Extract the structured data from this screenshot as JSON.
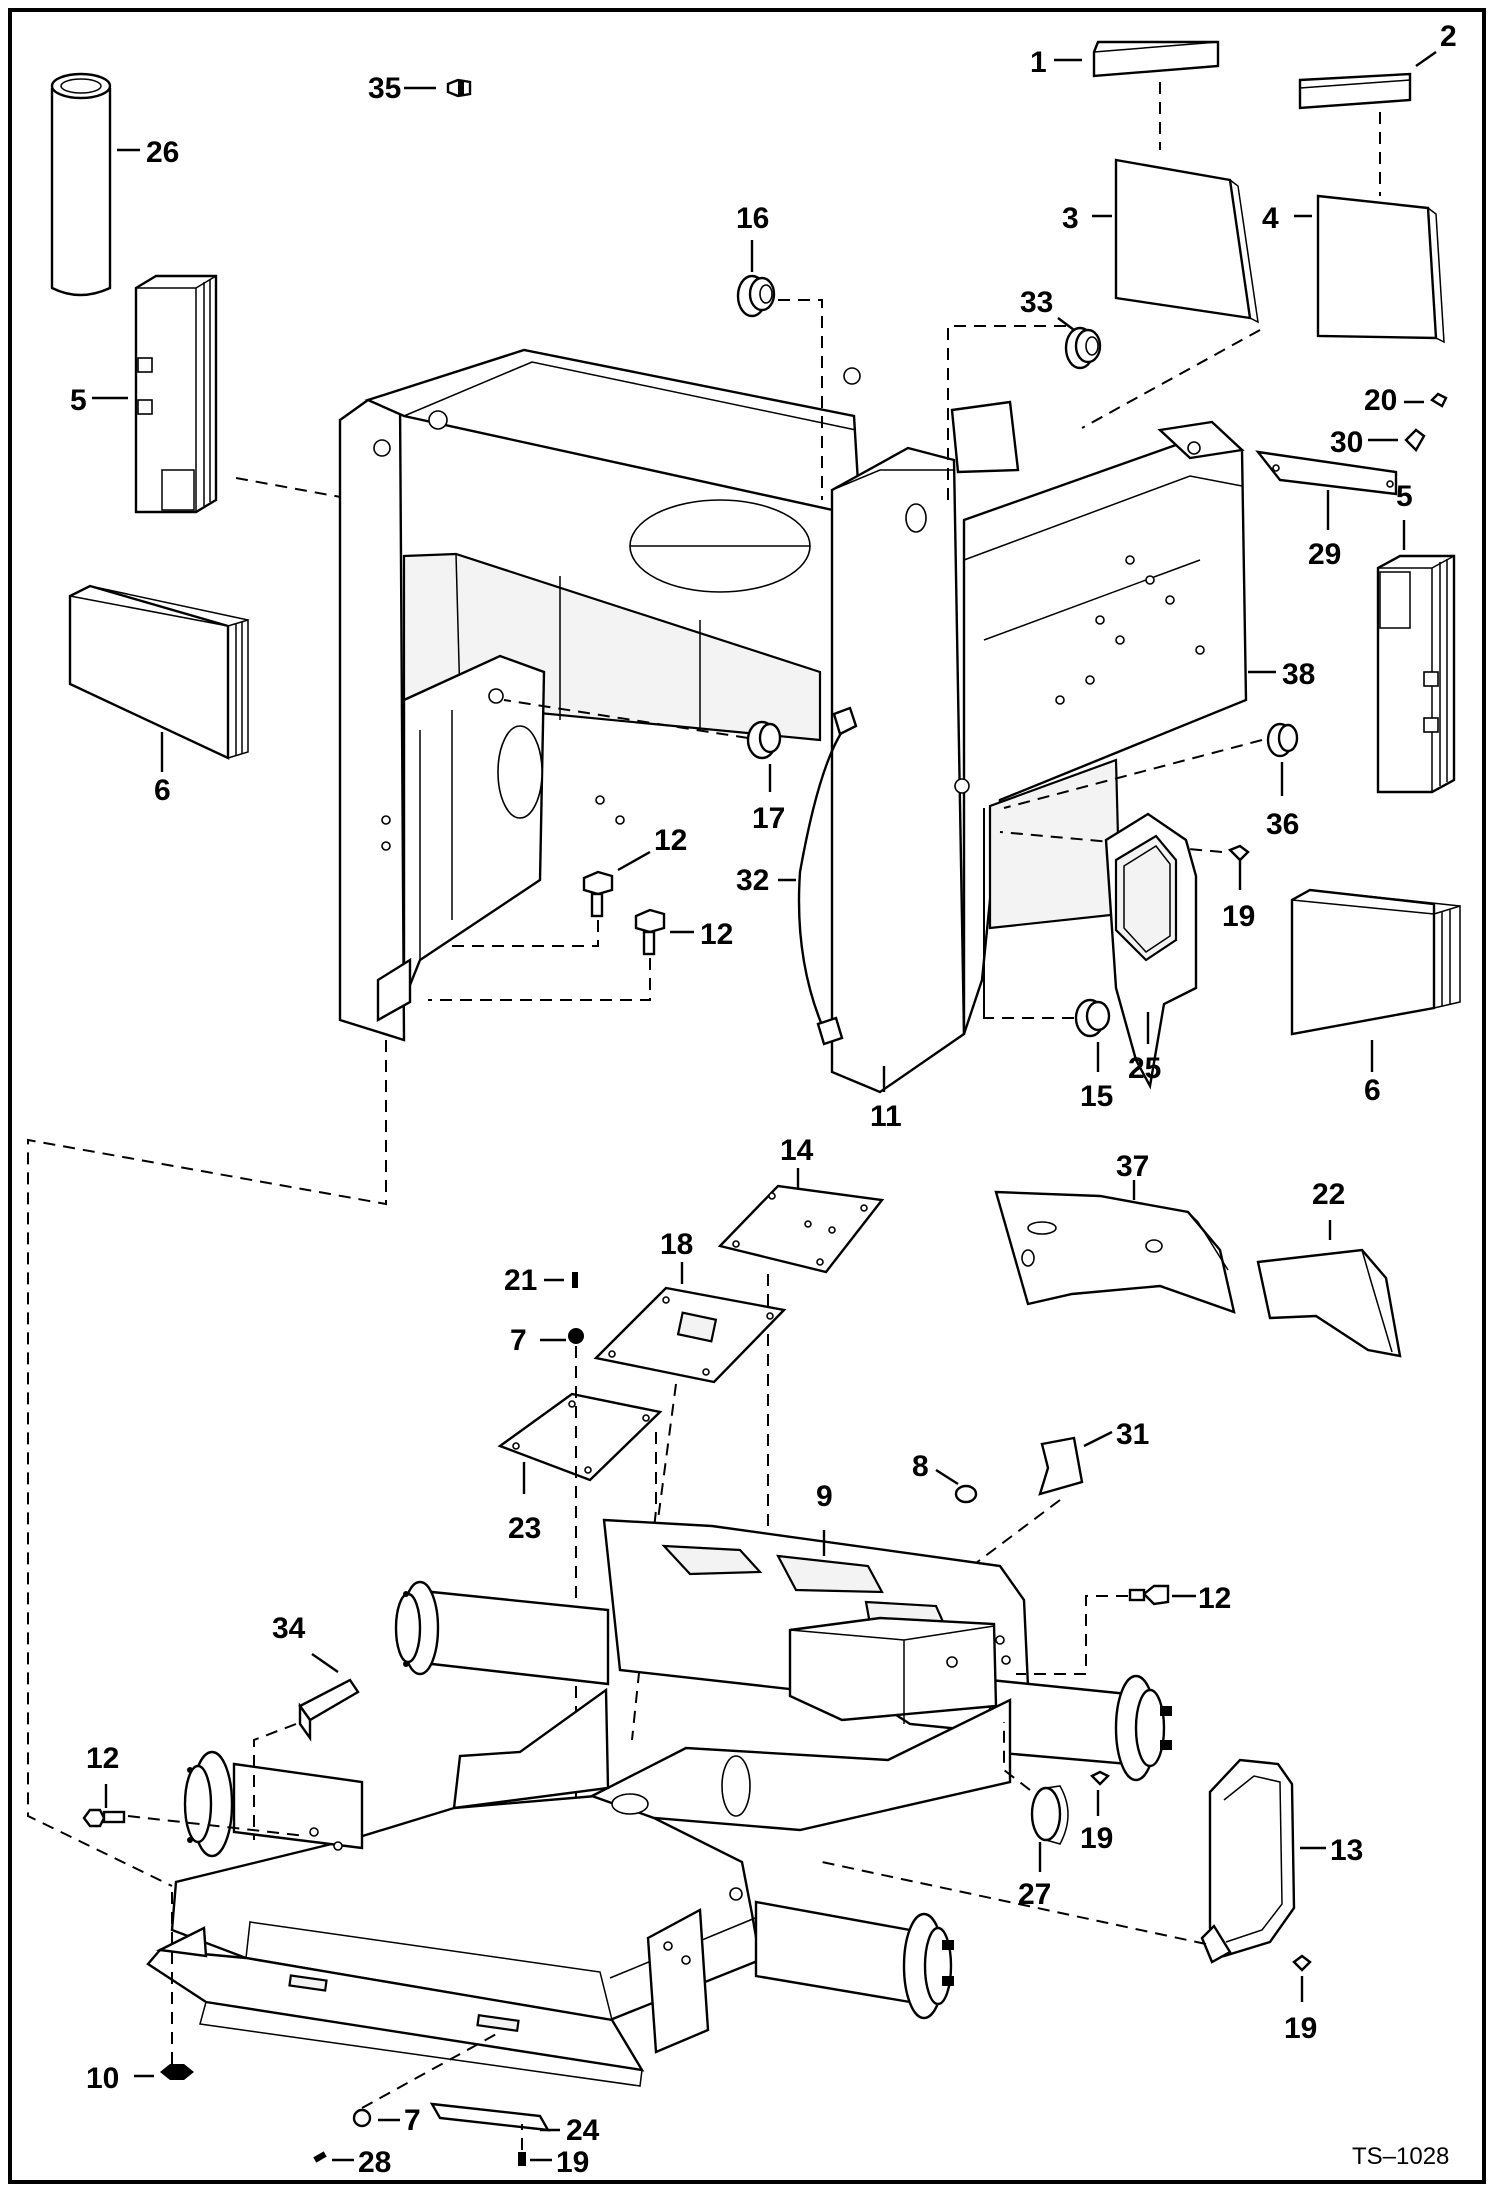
{
  "diagram": {
    "reference": "TS–1028",
    "callouts": [
      "1",
      "2",
      "3",
      "4",
      "5",
      "5",
      "6",
      "6",
      "7",
      "7",
      "8",
      "9",
      "10",
      "11",
      "12",
      "12",
      "12",
      "12",
      "13",
      "14",
      "15",
      "16",
      "17",
      "18",
      "19",
      "19",
      "19",
      "19",
      "20",
      "21",
      "22",
      "23",
      "24",
      "25",
      "26",
      "27",
      "28",
      "29",
      "30",
      "31",
      "32",
      "33",
      "34",
      "35",
      "36",
      "37",
      "38"
    ]
  }
}
